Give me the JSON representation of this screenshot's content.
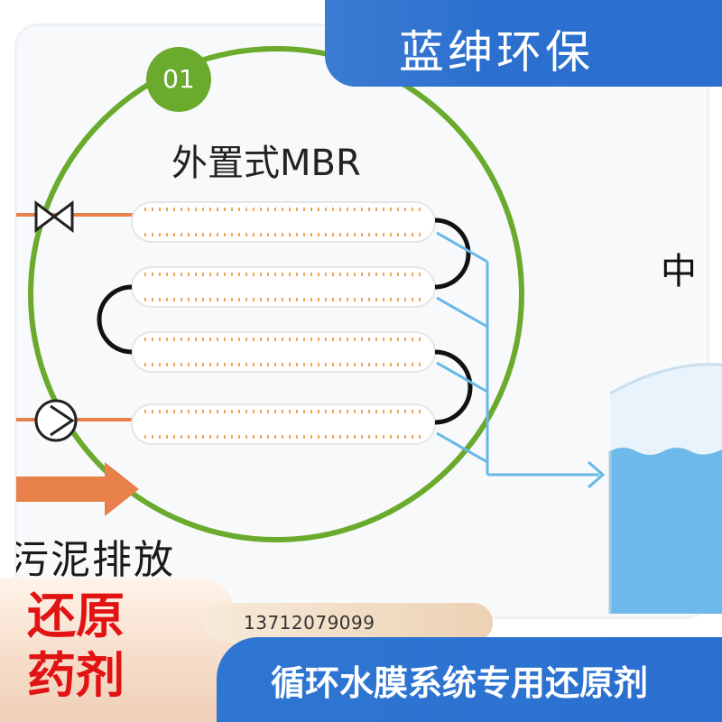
{
  "brand": {
    "name": "蓝绅环保"
  },
  "diagram": {
    "step_number": "01",
    "title": "外置式MBR",
    "side_char": "中",
    "discharge_label": "污泥排放"
  },
  "product": {
    "name": "还原药剂"
  },
  "contact": {
    "phone": "13712079099"
  },
  "tagline": "循环水膜系统专用还原剂",
  "colors": {
    "brand_blue": "#2c70cf",
    "ring_green": "#6aaa2c",
    "pipe_orange": "#e8804a",
    "flow_blue": "#68b8e6",
    "product_red": "#e11313"
  }
}
